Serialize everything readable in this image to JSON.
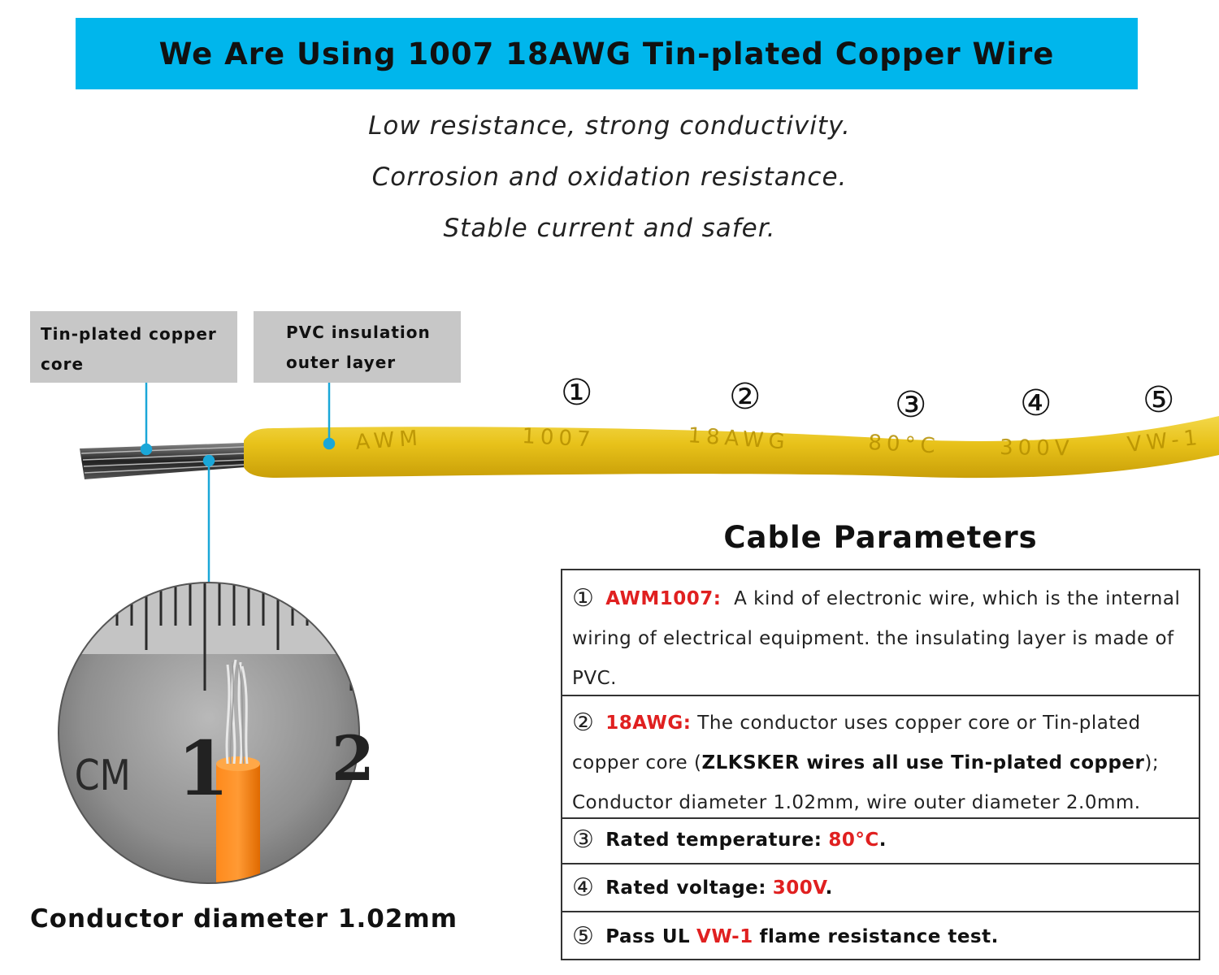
{
  "banner": {
    "title": "We Are Using 1007 18AWG Tin-plated Copper Wire"
  },
  "taglines": [
    "Low resistance, strong conductivity.",
    "Corrosion and oxidation resistance.",
    "Stable current and safer."
  ],
  "labels": {
    "core_line1": "Tin-plated copper",
    "core_line2": "core",
    "pvc_line1": "PVC insulation",
    "pvc_line2": "outer layer"
  },
  "wire": {
    "color": "#e8c21a",
    "print": [
      "AWM",
      "1007",
      "18AWG",
      "80°C",
      "300V",
      "VW-1"
    ],
    "markers": [
      "①",
      "②",
      "③",
      "④",
      "⑤"
    ]
  },
  "closeup": {
    "ruler_unit": "CM",
    "ruler_digits": [
      "1",
      "2"
    ],
    "caption": "Conductor diameter 1.02mm"
  },
  "parameters": {
    "title": "Cable Parameters",
    "rows": [
      {
        "marker": "①",
        "key": "AWM1007:",
        "text": "A kind of electronic wire, which is the internal wiring of electrical equipment. the insulating layer is made of PVC."
      },
      {
        "marker": "②",
        "key": "18AWG:",
        "text_a": "The conductor uses copper core or Tin-plated copper core (",
        "text_bold": "ZLKSKER wires all use Tin-plated copper",
        "text_b": "); Conductor diameter 1.02mm, wire outer diameter 2.0mm."
      },
      {
        "marker": "③",
        "label": "Rated temperature:",
        "value": "80°C",
        "end": "."
      },
      {
        "marker": "④",
        "label": "Rated voltage:",
        "value": "300V",
        "end": "."
      },
      {
        "marker": "⑤",
        "label_a": "Pass UL",
        "value": "VW-1",
        "label_b": "flame resistance test."
      }
    ]
  },
  "colors": {
    "accent": "#00b6ec",
    "highlight": "#e02020",
    "leader": "#1aa7d8"
  }
}
